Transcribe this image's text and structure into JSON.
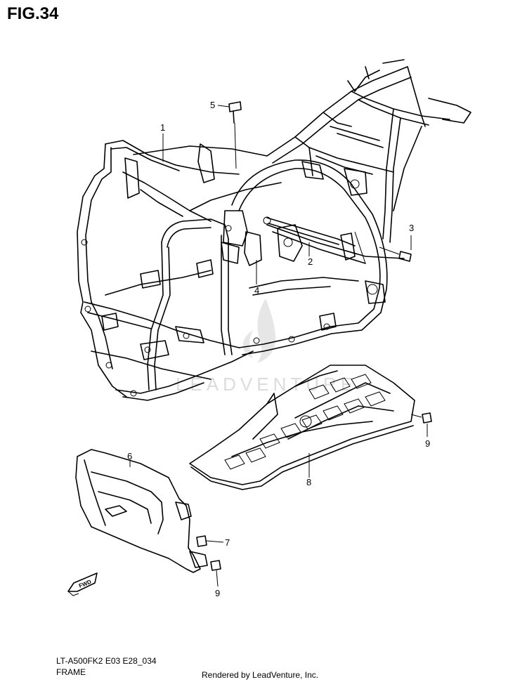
{
  "figure": {
    "title": "FIG.34"
  },
  "callouts": [
    {
      "id": "1",
      "label": "1"
    },
    {
      "id": "2",
      "label": "2"
    },
    {
      "id": "3",
      "label": "3"
    },
    {
      "id": "4",
      "label": "4"
    },
    {
      "id": "5",
      "label": "5"
    },
    {
      "id": "6",
      "label": "6"
    },
    {
      "id": "7",
      "label": "7"
    },
    {
      "id": "8",
      "label": "8"
    },
    {
      "id": "9a",
      "label": "9"
    },
    {
      "id": "9b",
      "label": "9"
    }
  ],
  "watermark": {
    "text": "LEADVENTURE"
  },
  "fwd_arrow": {
    "label": "FWD"
  },
  "footer": {
    "model_code": "LT-A500FK2 E03 E28_034",
    "section": "FRAME",
    "credit": "Rendered by LeadVenture, Inc."
  }
}
